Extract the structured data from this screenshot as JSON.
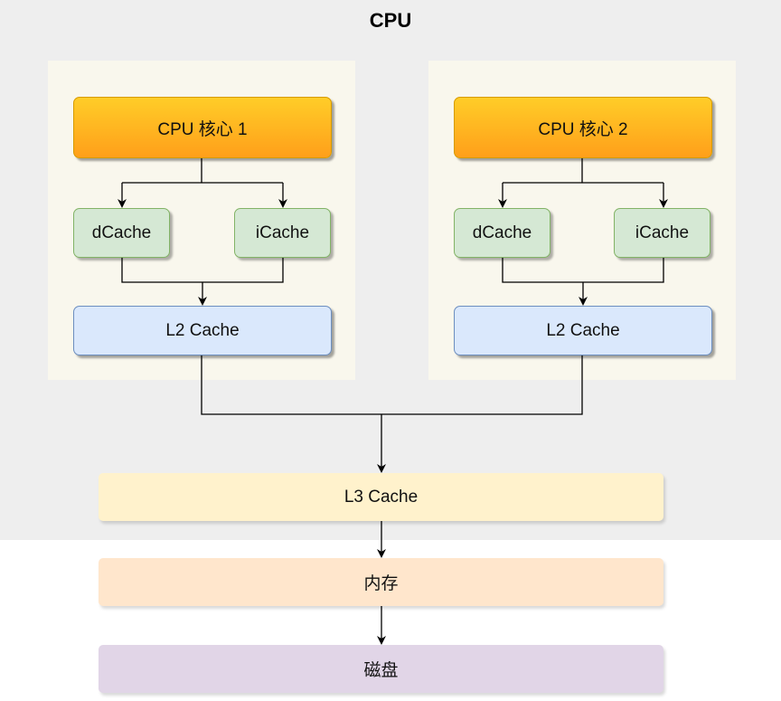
{
  "diagram": {
    "title": "CPU",
    "cores": [
      {
        "core_label": "CPU 核心 1",
        "dcache_label": "dCache",
        "icache_label": "iCache",
        "l2_label": "L2 Cache"
      },
      {
        "core_label": "CPU 核心 2",
        "dcache_label": "dCache",
        "icache_label": "iCache",
        "l2_label": "L2 Cache"
      }
    ],
    "l3_label": "L3 Cache",
    "memory_label": "内存",
    "disk_label": "磁盘"
  },
  "colors": {
    "cpu_background": "#eeeeee",
    "core_group_background": "#f9f7ed",
    "core_fill_top": "#ffcd28",
    "core_fill_bottom": "#ff9f1a",
    "l1_fill": "#d5e8d4",
    "l2_fill": "#dae8fc",
    "l3_fill": "#fff2cc",
    "memory_fill": "#ffe6cc",
    "disk_fill": "#e1d5e7"
  }
}
